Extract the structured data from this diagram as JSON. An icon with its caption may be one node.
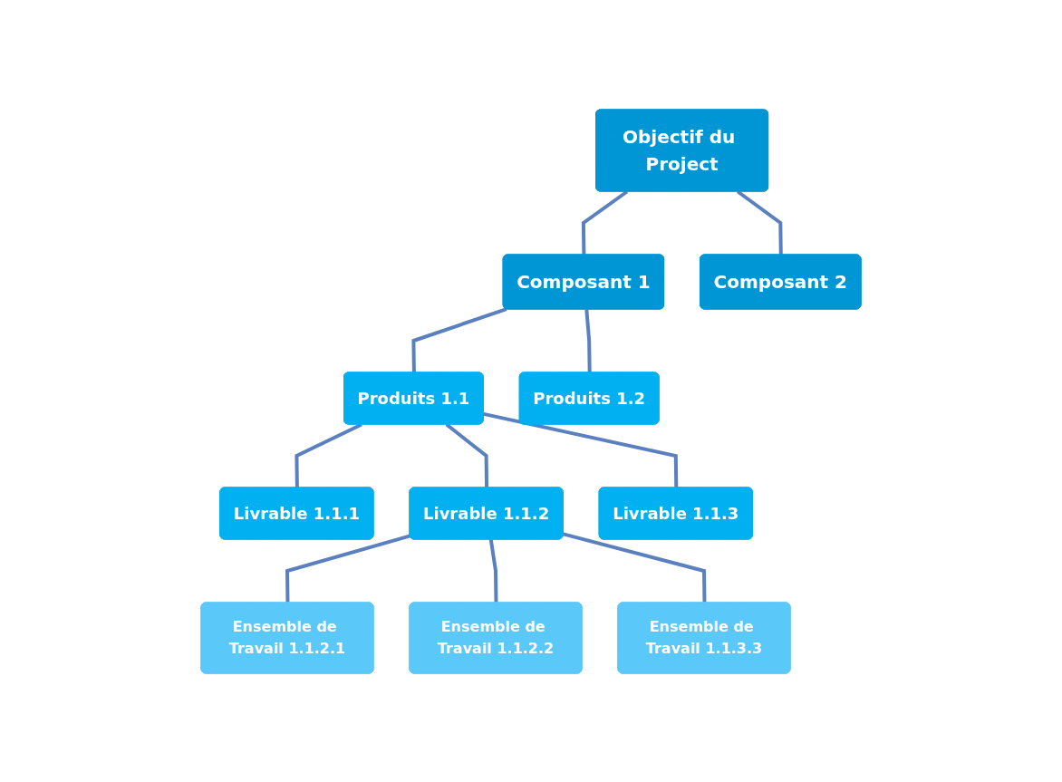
{
  "diagram": {
    "nodes": [
      {
        "text": [
          "Objectif du Project"
        ]
      },
      {
        "text": [
          "Composant 1"
        ]
      },
      {
        "text": [
          "Composant 2"
        ]
      },
      {
        "text": [
          "Produits 1.1"
        ]
      },
      {
        "text": [
          "Produits 1.2"
        ]
      },
      {
        "text": [
          "Livrable 1.1.1"
        ]
      },
      {
        "text": [
          "Livrable 1.1.2"
        ]
      },
      {
        "text": [
          "Livrable 1.1.3"
        ]
      },
      {
        "text": [
          "Ensemble de Travail 1.1.2.1"
        ]
      },
      {
        "text": [
          "Ensemble de Travail 1.1.2.2"
        ]
      },
      {
        "text": [
          "Ensemble de Travail 1.1.3.3"
        ]
      }
    ],
    "edges": [
      {
        "from": 0,
        "to": 1,
        "arrow": "none"
      },
      {
        "from": 0,
        "to": 2,
        "arrow": "none"
      },
      {
        "from": 1,
        "to": 3,
        "arrow": "none"
      },
      {
        "from": 1,
        "to": 4,
        "arrow": "none"
      },
      {
        "from": 3,
        "to": 5,
        "arrow": "none"
      },
      {
        "from": 3,
        "to": 6,
        "arrow": "none"
      },
      {
        "from": 3,
        "to": 7,
        "arrow": "none"
      },
      {
        "from": 6,
        "to": 8,
        "arrow": "none"
      },
      {
        "from": 6,
        "to": 9,
        "arrow": "none"
      },
      {
        "from": 6,
        "to": 10,
        "arrow": "none"
      }
    ]
  }
}
